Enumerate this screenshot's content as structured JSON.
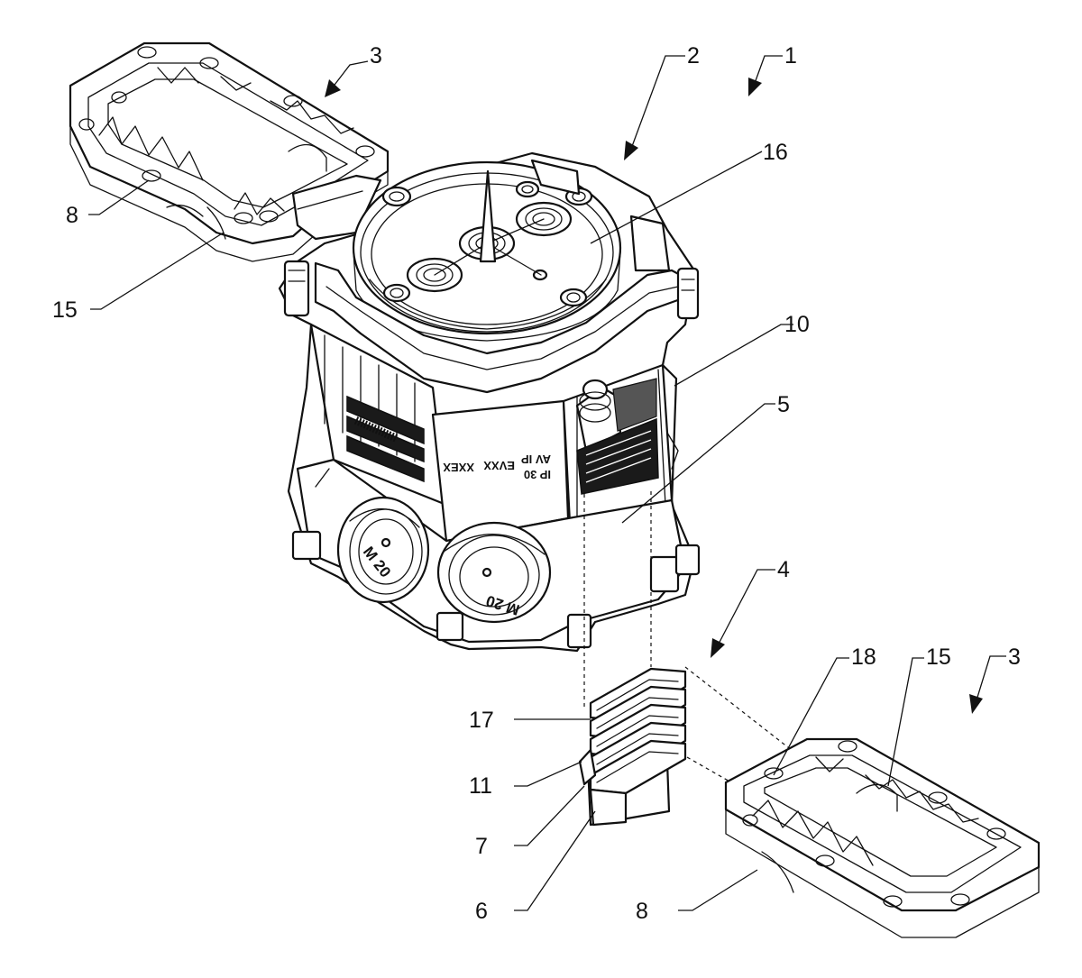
{
  "labels": [
    {
      "id": "label-1",
      "text": "1"
    },
    {
      "id": "label-2",
      "text": "2"
    },
    {
      "id": "label-3-top",
      "text": "3"
    },
    {
      "id": "label-3-right",
      "text": "3"
    },
    {
      "id": "label-4",
      "text": "4"
    },
    {
      "id": "label-5",
      "text": "5"
    },
    {
      "id": "label-6",
      "text": "6"
    },
    {
      "id": "label-7",
      "text": "7"
    },
    {
      "id": "label-8-left",
      "text": "8"
    },
    {
      "id": "label-8-right",
      "text": "8"
    },
    {
      "id": "label-10",
      "text": "10"
    },
    {
      "id": "label-11",
      "text": "11"
    },
    {
      "id": "label-15-left",
      "text": "15"
    },
    {
      "id": "label-15-right",
      "text": "15"
    },
    {
      "id": "label-16",
      "text": "16"
    },
    {
      "id": "label-17",
      "text": "17"
    },
    {
      "id": "label-18",
      "text": "18"
    }
  ],
  "markings": {
    "gland_left": "M 20",
    "gland_right": "M 20"
  }
}
